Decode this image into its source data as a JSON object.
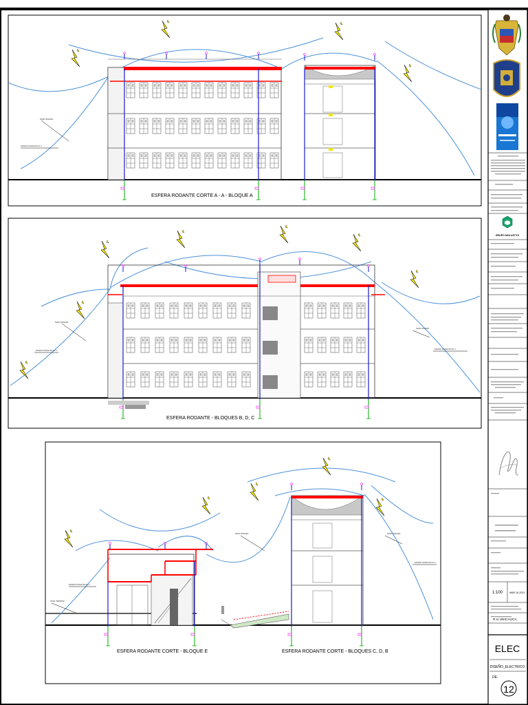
{
  "drawings": [
    {
      "caption": "ESFERA RODANTE CORTE A - A - BLOQUE A"
    },
    {
      "caption": "ESFERA RODANTE  - BLOQUES B, D, C"
    },
    {
      "caption": "ESFERA RODANTE CORTE - BLOQUE E"
    },
    {
      "caption": "ESFERA RODANTE CORTE - BLOQUES C, D, B"
    }
  ],
  "title_block": {
    "scale": "1:100",
    "date": "MAR-19-2021",
    "project_short": "R.U.UNICAUCA",
    "discipline": "ELEC",
    "plan_type": "DISEÑO_ELECTRICO",
    "sheet_prefix": "DE:",
    "sheet_number": "12",
    "company": "GRUPO MOLUSTYO"
  },
  "colors": {
    "frame": "#000000",
    "wire_red": "#ff0000",
    "down_conductor": "#1a1acc",
    "sphere_arc": "#4a8fd8",
    "lightning": "#f5e600",
    "ground_rod": "#00aa00",
    "marker": "#ff00ff"
  }
}
